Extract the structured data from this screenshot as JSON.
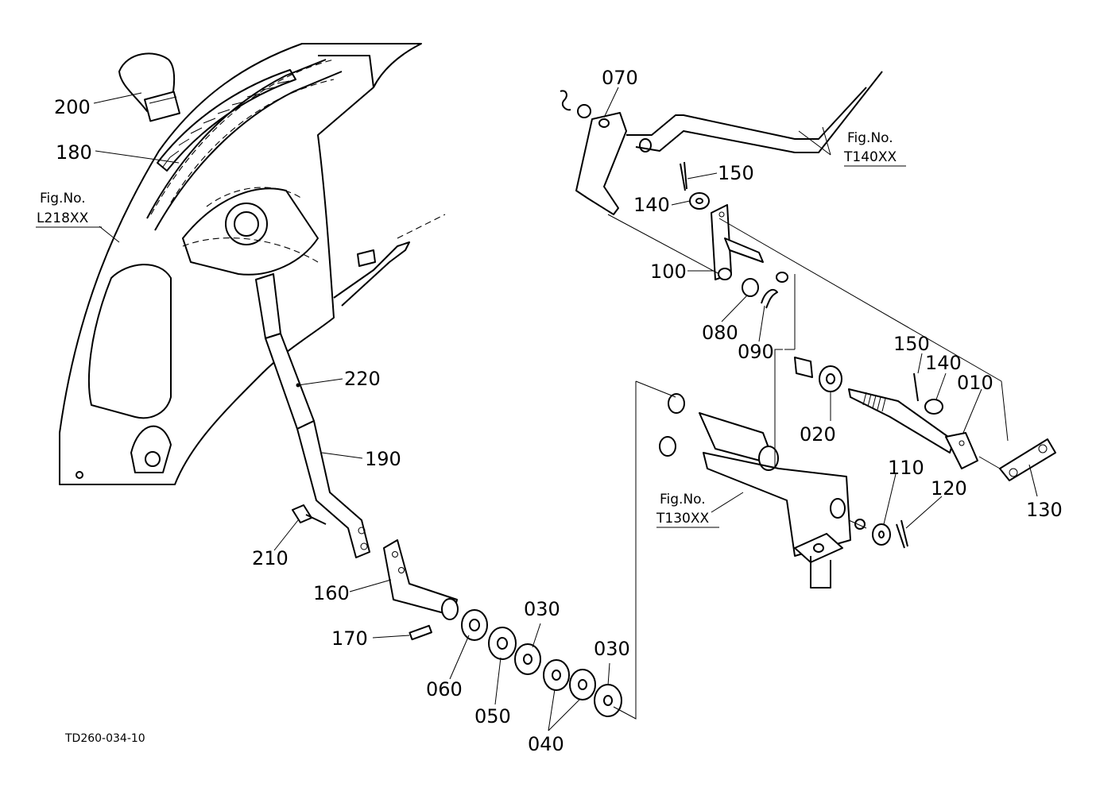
{
  "diagram_code": "TD260-034-10",
  "fig_refs": {
    "l218": {
      "label": "Fig.No.",
      "code": "L218XX"
    },
    "t140": {
      "label": "Fig.No.",
      "code": "T140XX"
    },
    "t130": {
      "label": "Fig.No.",
      "code": "T130XX"
    }
  },
  "callouts": {
    "p200": "200",
    "p180": "180",
    "p220": "220",
    "p190": "190",
    "p210": "210",
    "p160": "160",
    "p170": "170",
    "p060": "060",
    "p050": "050",
    "p030a": "030",
    "p030b": "030",
    "p040": "040",
    "p070": "070",
    "p150a": "150",
    "p140a": "140",
    "p100": "100",
    "p080": "080",
    "p090": "090",
    "p150b": "150",
    "p140b": "140",
    "p010": "010",
    "p020": "020",
    "p110": "110",
    "p120": "120",
    "p130": "130"
  }
}
